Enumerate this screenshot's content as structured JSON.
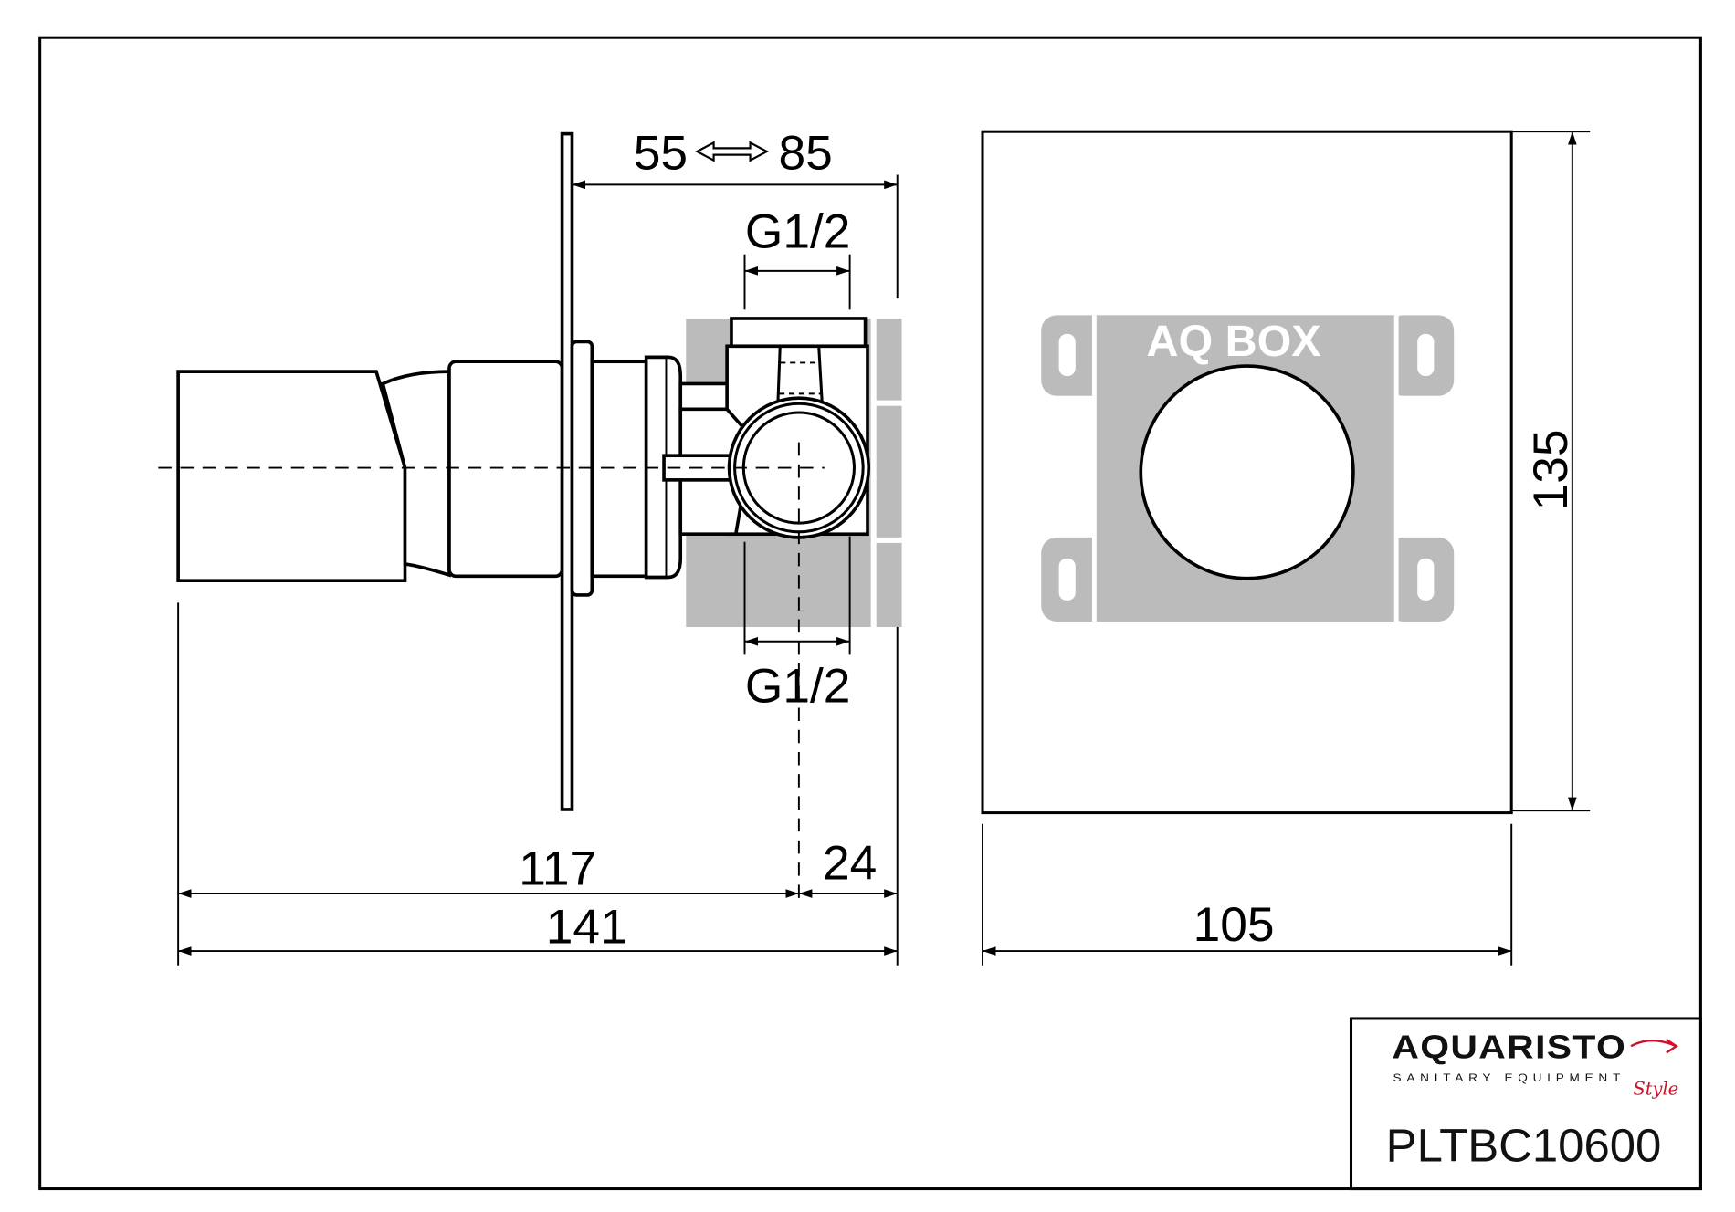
{
  "drawing": {
    "dimensions": {
      "adjust_min": "55",
      "adjust_max": "85",
      "thread_top": "G1/2",
      "thread_bottom": "G1/2",
      "depth_to_axis": "117",
      "axis_to_back": "24",
      "total_depth": "141",
      "plate_width": "105",
      "plate_height": "135"
    },
    "box_label": "AQ BOX",
    "colors": {
      "box_gray": "#bbbbbb",
      "logo_red": "#d0102a"
    }
  },
  "title_block": {
    "logo_main": "AQUARISTO",
    "logo_sub": "SANITARY EQUIPMENT",
    "logo_script": "Style",
    "product_code": "PLTBC10600"
  }
}
